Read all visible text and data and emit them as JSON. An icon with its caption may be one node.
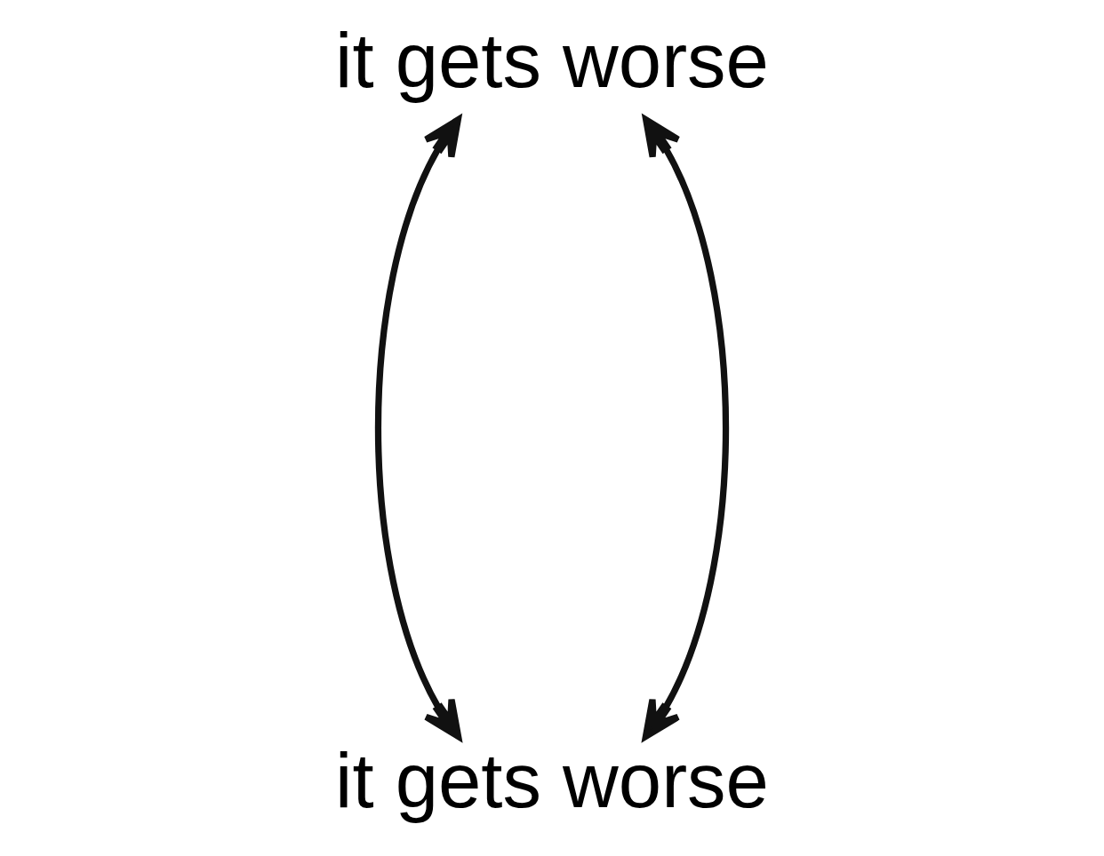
{
  "diagram": {
    "nodes": [
      {
        "text": [
          "it gets worse"
        ]
      },
      {
        "text": [
          "it gets worse"
        ]
      }
    ],
    "edges": [
      {
        "from": 0,
        "to": 1,
        "arrow": "both"
      },
      {
        "from": 0,
        "to": 1,
        "arrow": "both"
      }
    ]
  }
}
